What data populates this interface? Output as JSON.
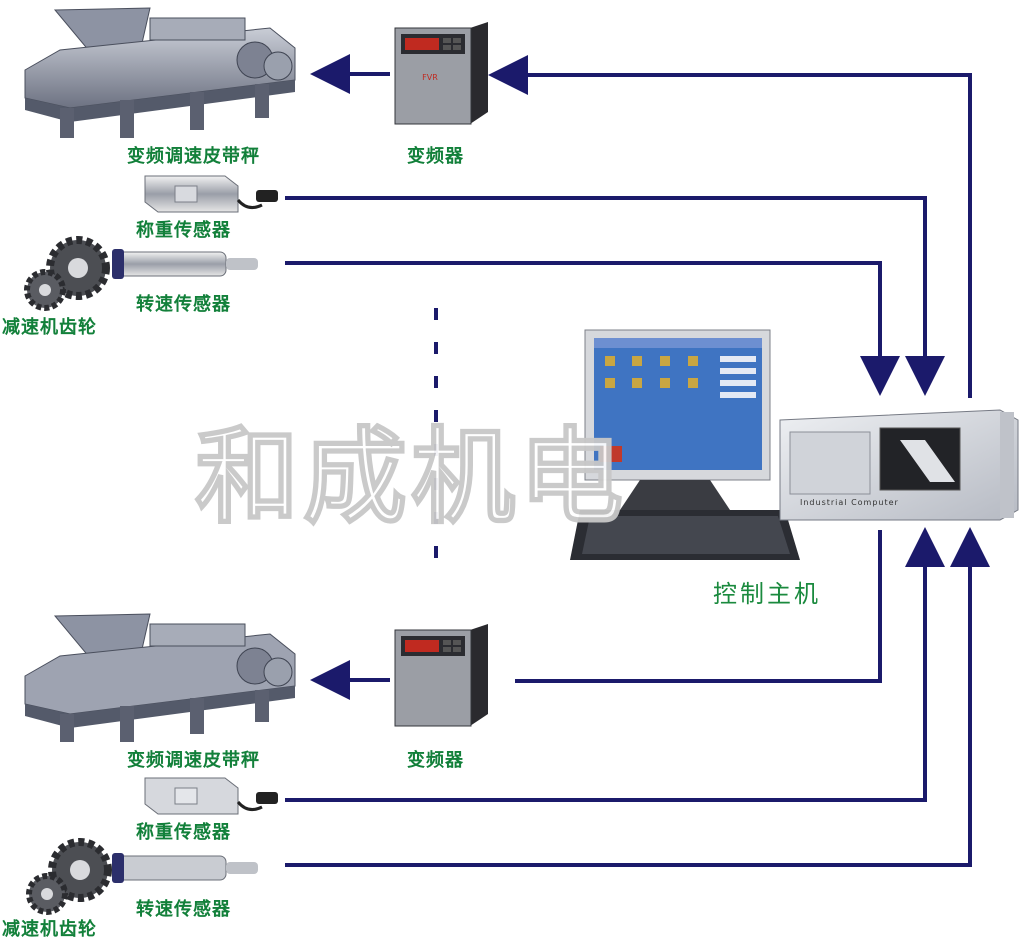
{
  "top_group": {
    "conveyor_label": "变频调速皮带秤",
    "inverter_label": "变频器",
    "load_cell_label": "称重传感器",
    "speed_sensor_label": "转速传感器",
    "gear_label": "减速机齿轮"
  },
  "bottom_group": {
    "conveyor_label": "变频调速皮带秤",
    "inverter_label": "变频器",
    "load_cell_label": "称重传感器",
    "gear_label": "减速机齿轮",
    "speed_sensor_label": "转速传感器"
  },
  "controller": {
    "label": "控制主机",
    "computer_plate": "Industrial Computer"
  },
  "watermark": "和成机电",
  "colors": {
    "line": "#1b1a6b",
    "label": "#12803a"
  }
}
